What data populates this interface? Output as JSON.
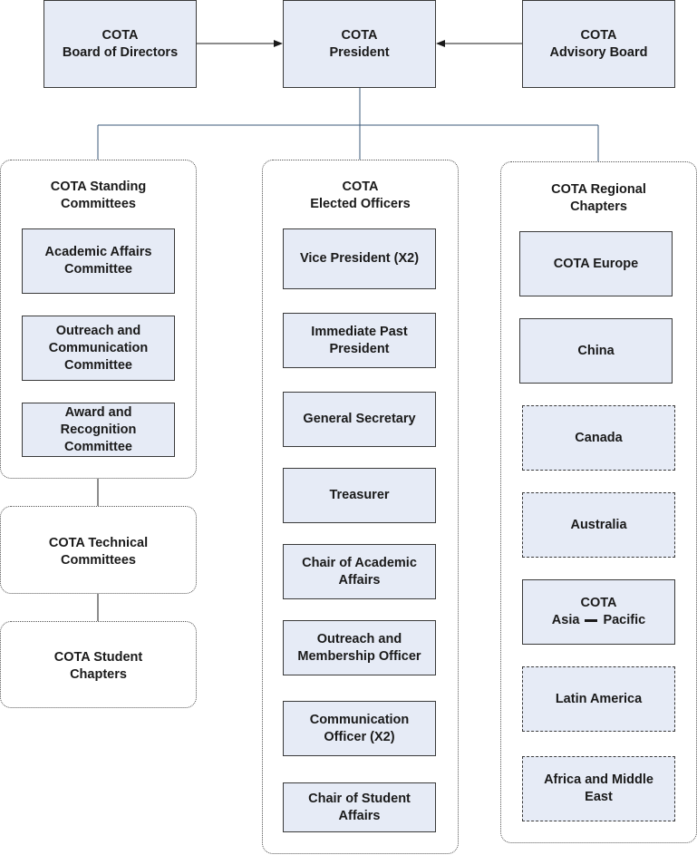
{
  "top": {
    "board": "COTA\nBoard of Directors",
    "president": "COTA\nPresident",
    "advisory": "COTA\nAdvisory Board"
  },
  "standing": {
    "title": "COTA Standing\nCommittees",
    "items": [
      "Academic Affairs\nCommittee",
      "Outreach and\nCommunication\nCommittee",
      "Award and\nRecognition\nCommittee"
    ]
  },
  "technical": {
    "title": "COTA Technical\nCommittees"
  },
  "student": {
    "title": "COTA Student\nChapters"
  },
  "elected": {
    "title": "COTA\nElected Officers",
    "items": [
      "Vice President (X2)",
      "Immediate Past\nPresident",
      "General Secretary",
      "Treasurer",
      "Chair of Academic\nAffairs",
      "Outreach and\nMembership Officer",
      "Communication\nOfficer (X2)",
      "Chair of Student\nAffairs"
    ]
  },
  "regional": {
    "title": "COTA Regional\nChapters",
    "items": [
      {
        "label": "COTA Europe",
        "style": "solid"
      },
      {
        "label": "China",
        "style": "solid"
      },
      {
        "label": "Canada",
        "style": "dashed"
      },
      {
        "label": "Australia",
        "style": "dashed"
      },
      {
        "label": "COTA",
        "label2a": "Asia",
        "label2b": "Pacific",
        "style": "solid"
      },
      {
        "label": "Latin America",
        "style": "dashed"
      },
      {
        "label": "Africa and Middle\nEast",
        "style": "dashed"
      }
    ]
  }
}
